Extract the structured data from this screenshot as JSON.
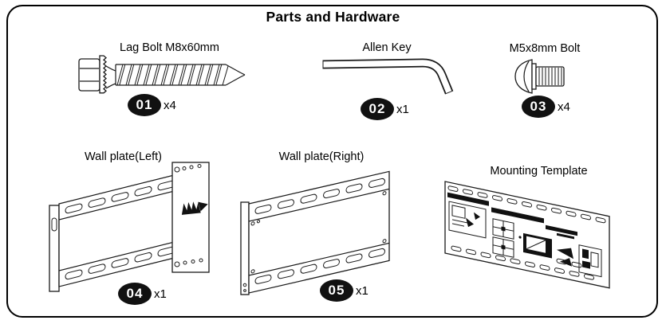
{
  "title": "Parts and Hardware",
  "items": {
    "lag_bolt": {
      "label": "Lag Bolt M8x60mm",
      "number": "01",
      "qty": "x4"
    },
    "allen_key": {
      "label": "Allen Key",
      "number": "02",
      "qty": "x1"
    },
    "m5_bolt": {
      "label": "M5x8mm Bolt",
      "number": "03",
      "qty": "x4"
    },
    "wall_plate_left": {
      "label": "Wall plate(Left)",
      "number": "04",
      "qty": "x1"
    },
    "wall_plate_right": {
      "label": "Wall plate(Right)",
      "number": "05",
      "qty": "x1"
    },
    "mounting_template": {
      "label": "Mounting Template"
    }
  },
  "colors": {
    "line": "#1a1a1a",
    "badge_background": "#111111",
    "badge_text": "#ffffff",
    "background": "#ffffff"
  }
}
